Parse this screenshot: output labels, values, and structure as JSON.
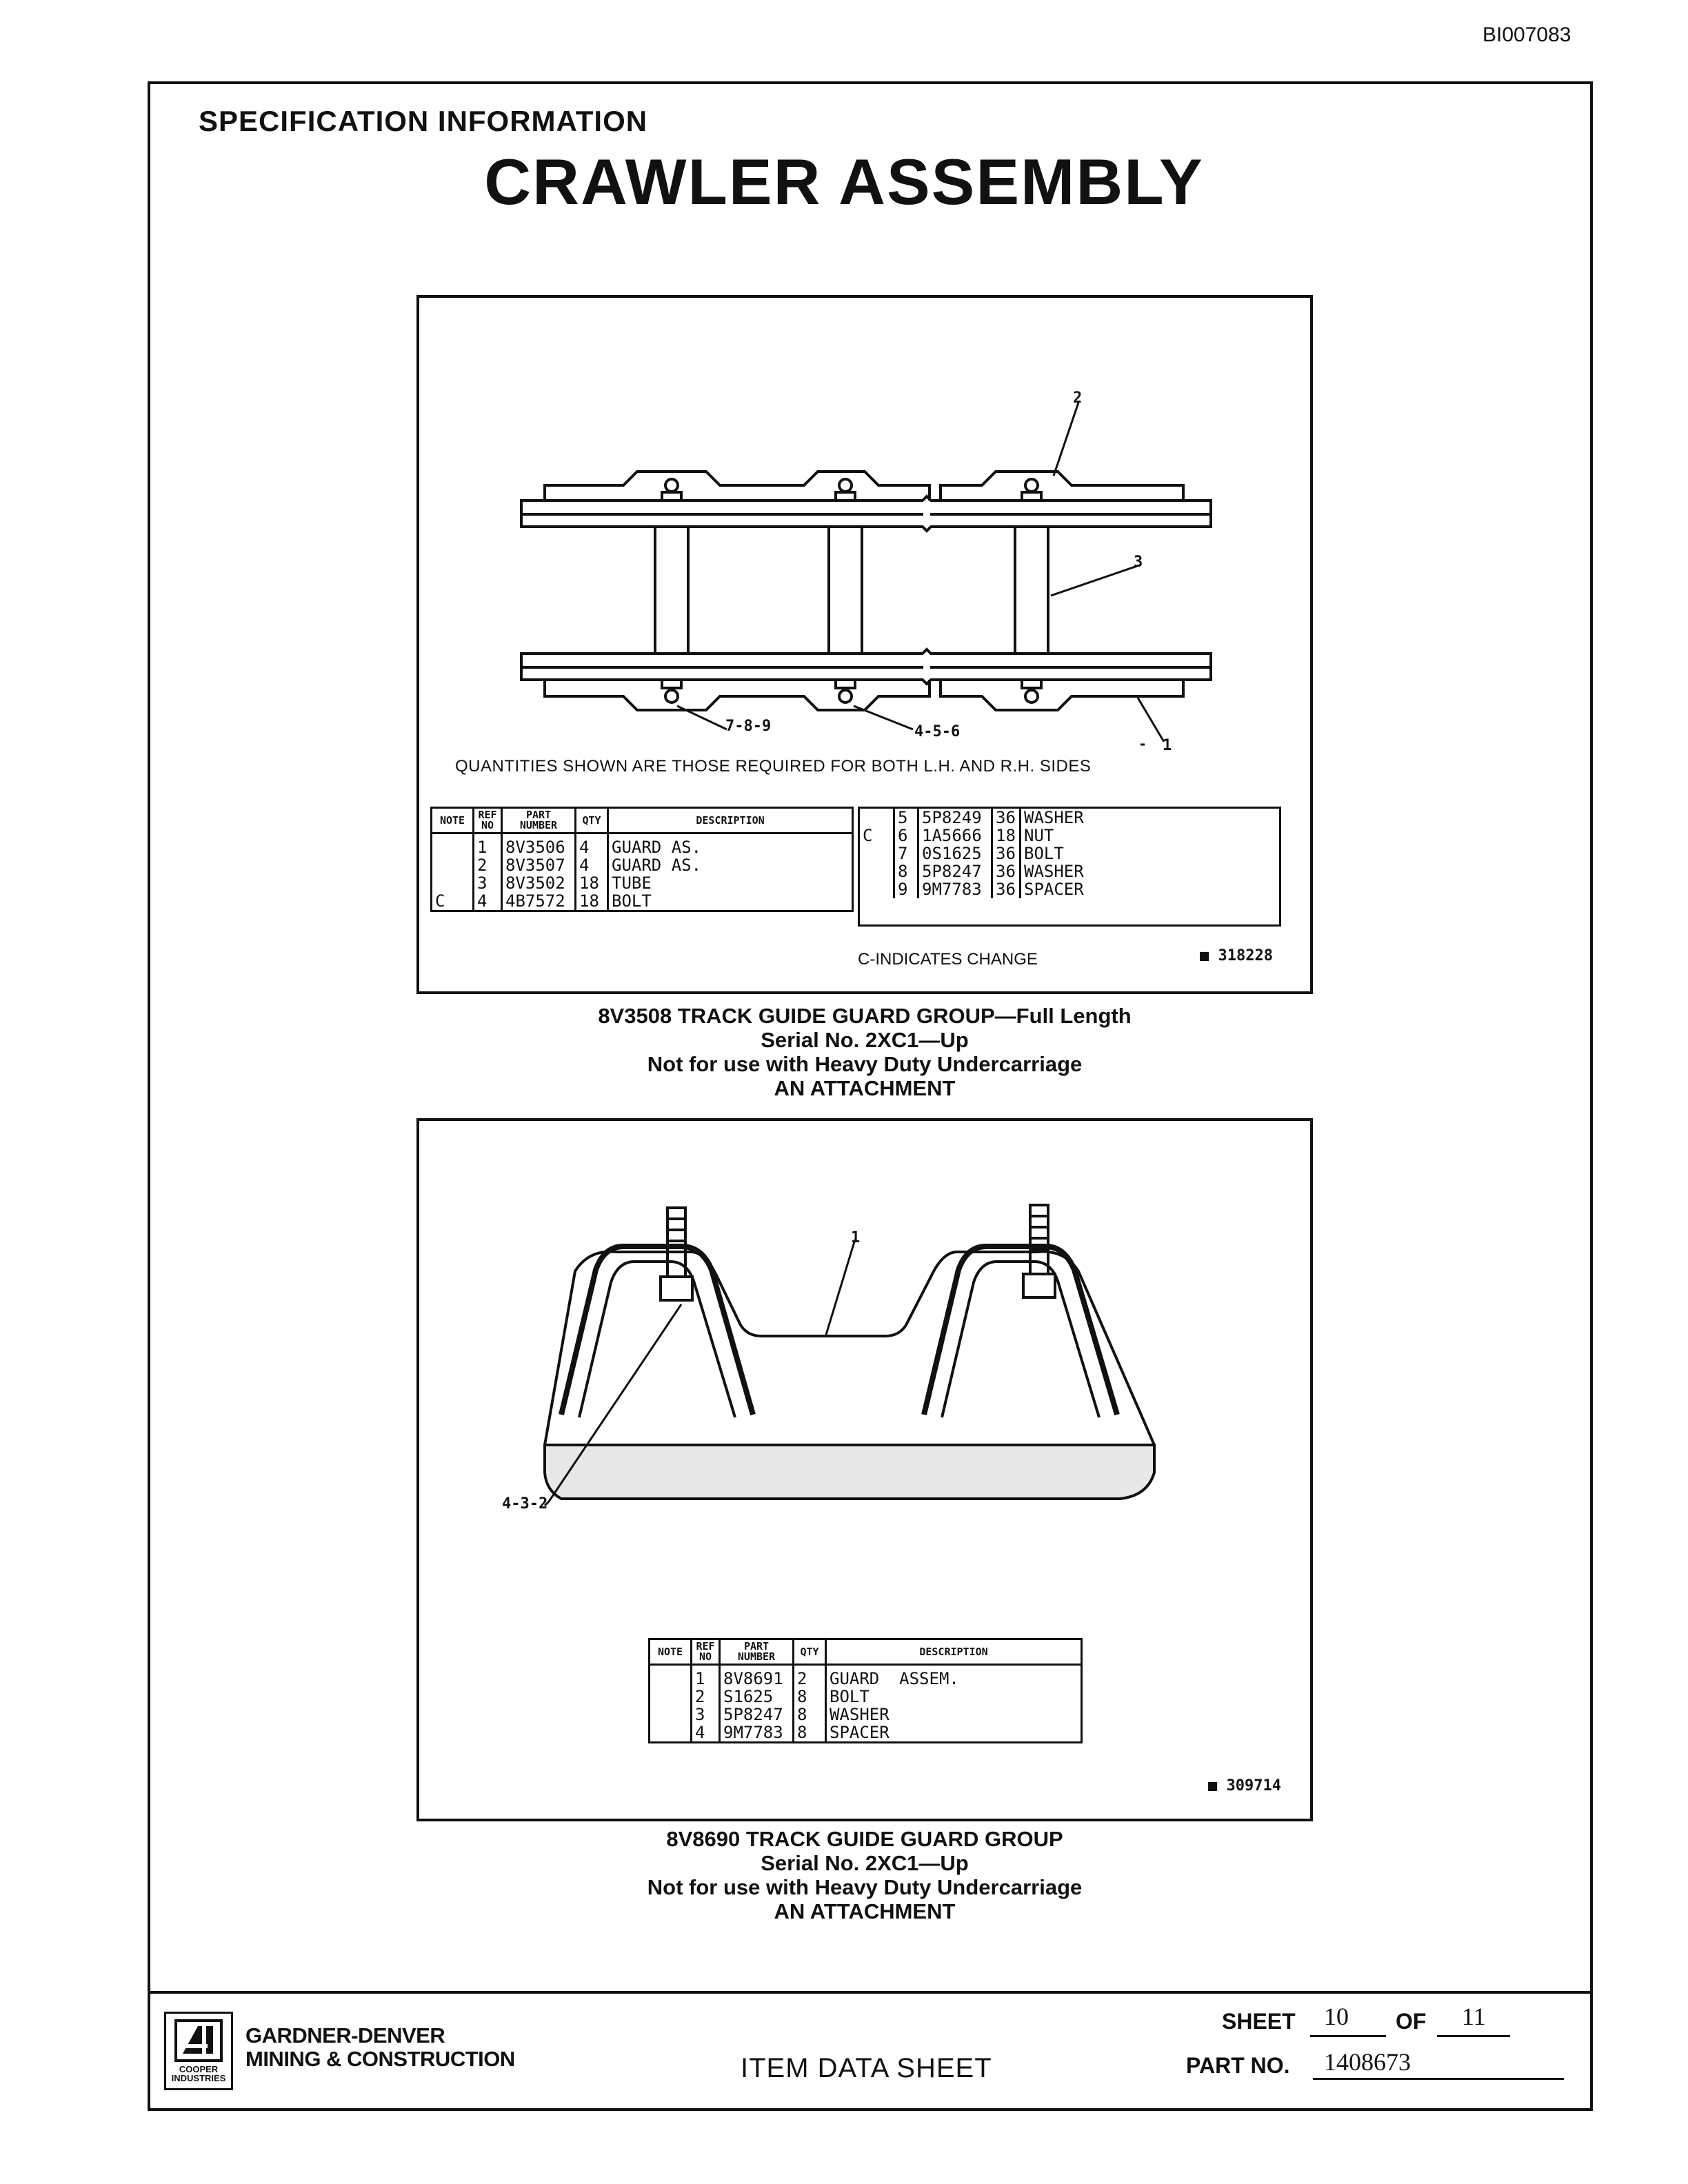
{
  "doc_id": "BI007083",
  "header": {
    "spec_label": "SPECIFICATION INFORMATION",
    "title": "CRAWLER ASSEMBLY"
  },
  "figure1": {
    "callouts": [
      "2",
      "3",
      "7-8-9",
      "4-5-6",
      "1"
    ],
    "quantities_note": "QUANTITIES SHOWN ARE THOSE REQUIRED FOR BOTH L.H. AND R.H. SIDES",
    "table_headers": {
      "note": "NOTE",
      "ref_no": "REF NO",
      "part_number": "PART NUMBER",
      "qty": "QTY",
      "description": "DESCRIPTION"
    },
    "rows_left": [
      {
        "note": "",
        "ref": "1",
        "part": "8V3506",
        "qty": "4",
        "desc": "GUARD AS."
      },
      {
        "note": "",
        "ref": "2",
        "part": "8V3507",
        "qty": "4",
        "desc": "GUARD AS."
      },
      {
        "note": "",
        "ref": "3",
        "part": "8V3502",
        "qty": "18",
        "desc": "TUBE"
      },
      {
        "note": "C",
        "ref": "4",
        "part": "4B7572",
        "qty": "18",
        "desc": "BOLT"
      }
    ],
    "rows_right": [
      {
        "note": "",
        "ref": "5",
        "part": "5P8249",
        "qty": "36",
        "desc": "WASHER"
      },
      {
        "note": "C",
        "ref": "6",
        "part": "1A5666",
        "qty": "18",
        "desc": "NUT"
      },
      {
        "note": "",
        "ref": "7",
        "part": "0S1625",
        "qty": "36",
        "desc": "BOLT"
      },
      {
        "note": "",
        "ref": "8",
        "part": "5P8247",
        "qty": "36",
        "desc": "WASHER"
      },
      {
        "note": "",
        "ref": "9",
        "part": "9M7783",
        "qty": "36",
        "desc": "SPACER"
      }
    ],
    "change_note": "C-INDICATES CHANGE",
    "figure_no": "■ 318228",
    "caption": [
      "8V3508 TRACK GUIDE GUARD GROUP—Full Length",
      "Serial No. 2XC1—Up",
      "Not for use with Heavy Duty Undercarriage",
      "AN ATTACHMENT"
    ]
  },
  "figure2": {
    "callouts": [
      "1",
      "4-3-2"
    ],
    "table_headers": {
      "note": "NOTE",
      "ref_no": "REF NO",
      "part_number": "PART NUMBER",
      "qty": "QTY",
      "description": "DESCRIPTION"
    },
    "rows": [
      {
        "note": "",
        "ref": "1",
        "part": "8V8691",
        "qty": "2",
        "desc": "GUARD  ASSEM."
      },
      {
        "note": "",
        "ref": "2",
        "part": "S1625",
        "qty": "8",
        "desc": "BOLT"
      },
      {
        "note": "",
        "ref": "3",
        "part": "5P8247",
        "qty": "8",
        "desc": "WASHER"
      },
      {
        "note": "",
        "ref": "4",
        "part": "9M7783",
        "qty": "8",
        "desc": "SPACER"
      }
    ],
    "figure_no": "■ 309714",
    "caption": [
      "8V8690 TRACK GUIDE GUARD GROUP",
      "Serial No. 2XC1—Up",
      "Not for use with Heavy Duty Undercarriage",
      "AN ATTACHMENT"
    ]
  },
  "footer": {
    "logo_text": "COOPER INDUSTRIES",
    "company_line1": "GARDNER-DENVER",
    "company_line2": "MINING & CONSTRUCTION",
    "sheet_title": "ITEM DATA SHEET",
    "sheet_label": "SHEET",
    "sheet_value": "10",
    "of_label": "OF",
    "of_value": "11",
    "part_label": "PART NO.",
    "part_value": "1408673"
  }
}
